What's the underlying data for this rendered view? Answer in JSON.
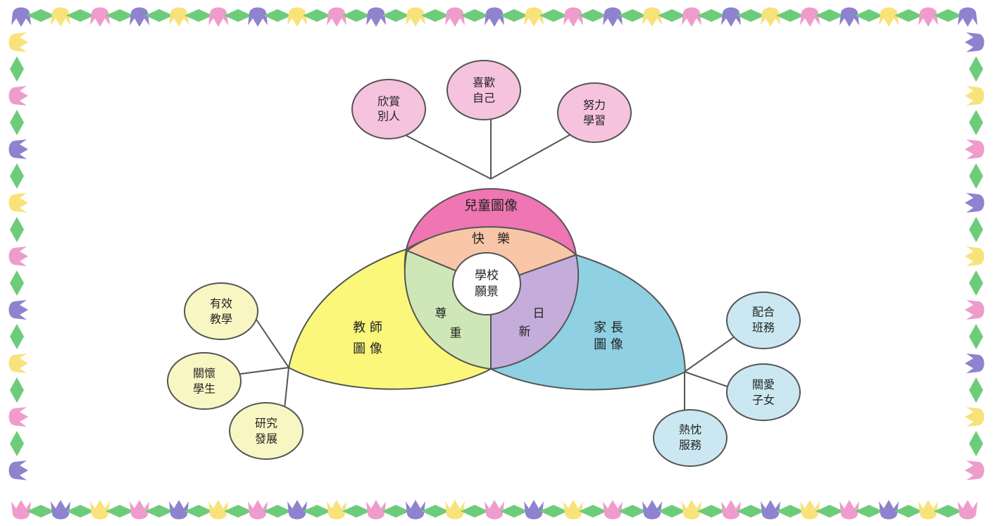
{
  "center": {
    "line1": "學校",
    "line2": "願景"
  },
  "children": {
    "title": "兒童圖像",
    "core": "快　樂",
    "bubbles": [
      {
        "line1": "欣賞",
        "line2": "別人"
      },
      {
        "line1": "喜歡",
        "line2": "自己"
      },
      {
        "line1": "努力",
        "line2": "學習"
      }
    ]
  },
  "teachers": {
    "line1": "教 師",
    "line2": "圖 像",
    "core_top": "尊",
    "core_bottom": "重",
    "bubbles": [
      {
        "line1": "有效",
        "line2": "教學"
      },
      {
        "line1": "關懷",
        "line2": "學生"
      },
      {
        "line1": "研究",
        "line2": "發展"
      }
    ]
  },
  "parents": {
    "line1": "家 長",
    "line2": "圖 像",
    "core_top": "日",
    "core_bottom": "新",
    "bubbles": [
      {
        "line1": "配合",
        "line2": "班務"
      },
      {
        "line1": "關愛",
        "line2": "子女"
      },
      {
        "line1": "熱忱",
        "line2": "服務"
      }
    ]
  },
  "colors": {
    "children_region": "#ef75b3",
    "joy_region": "#f9c6a8",
    "teachers_region": "#fbf77b",
    "respect_region": "#cfe7b6",
    "parents_region": "#8fd0e3",
    "renew_region": "#c5addb",
    "center_disc": "#ffffff",
    "bubble_pink": "#f6c3de",
    "bubble_yellow": "#f8f7c4",
    "bubble_blue": "#cbe8f2",
    "border_purple": "#8f82cf",
    "border_pink": "#ef9ccc",
    "border_yellow": "#f8e27a",
    "border_green": "#6dcc7a"
  }
}
